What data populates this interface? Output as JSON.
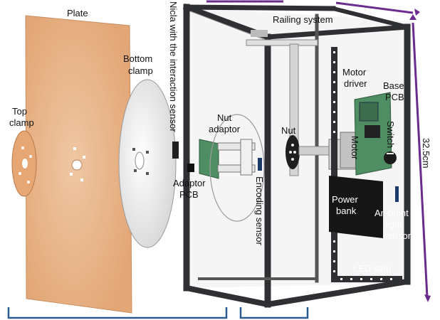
{
  "labels": {
    "plate": "Plate",
    "top_clamp_1": "Top",
    "top_clamp_2": "clamp",
    "bottom_clamp_1": "Bottom",
    "bottom_clamp_2": "clamp",
    "nicla": "Nicla with the interaction sensor",
    "adaptor_pcb_1": "Adaptor",
    "adaptor_pcb_2": "PCB",
    "nut_adaptor_1": "Nut",
    "nut_adaptor_2": "adaptor",
    "encoding_sensor": "Encoding sensor",
    "nut": "Nut",
    "railing_system": "Railing system",
    "motor_driver_1": "Motor",
    "motor_driver_2": "driver",
    "base_pcb_1": "Base",
    "base_pcb_2": "PCB",
    "switch": "Switch",
    "motor": "Motor",
    "power_bank_1": "Power",
    "power_bank_2": "bank",
    "ambient_1": "Ambient",
    "ambient_2": "light",
    "ambient_3": "sensor",
    "led_strip": "LED strip",
    "height_dim": "32.5cm"
  },
  "colors": {
    "plate": "#e9b58a",
    "frame": "#2f3033",
    "dimension": "#6a2c8e",
    "bracket": "#2a5d8f",
    "clamp": "#dcdcdc",
    "pcb": "#3f8a5a"
  }
}
